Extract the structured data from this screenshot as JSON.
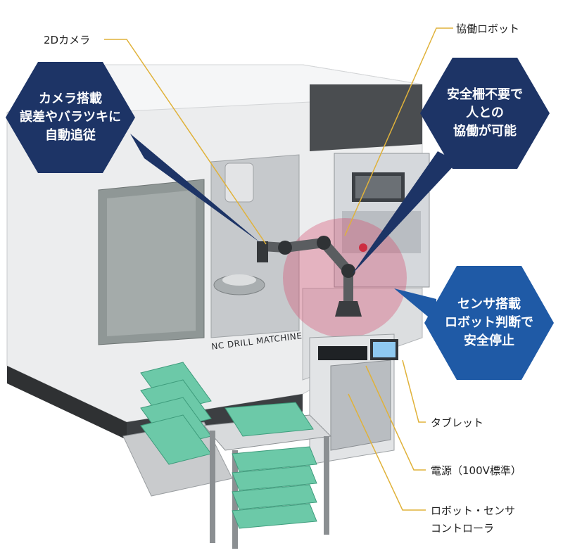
{
  "labels": {
    "camera": "2Dカメラ",
    "cobot": "協働ロボット",
    "tablet": "タブレット",
    "power": "電源（100V標準）",
    "controller_line1": "ロボット・センサ",
    "controller_line2": "コントローラ"
  },
  "machine_text": "NC DRILL MATCHINE",
  "callouts": {
    "camera": {
      "lines": [
        "カメラ搭載",
        "誤差やバラツキに",
        "自動追従"
      ]
    },
    "safety": {
      "lines": [
        "安全柵不要で",
        "人との",
        "協働が可能"
      ]
    },
    "sensor": {
      "lines": [
        "センサ搭載",
        "ロボット判断で",
        "安全停止"
      ]
    }
  },
  "colors": {
    "hex_dark": "#1d3466",
    "hex_blue": "#1f5aa6",
    "leader": "#e0b23a",
    "tray": "#6cc9a8",
    "zone": "#d6496b"
  }
}
